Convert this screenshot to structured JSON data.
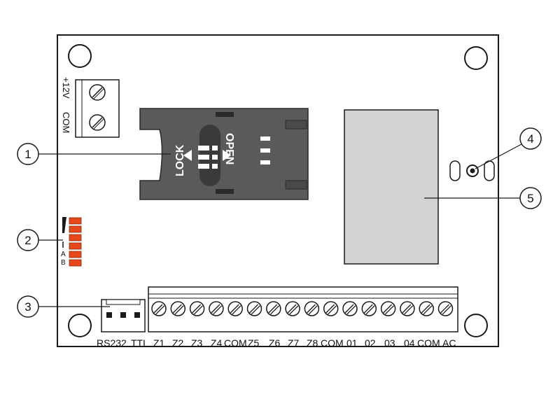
{
  "power_terminal": {
    "label_1": "+12V",
    "label_2": "COM"
  },
  "sim_holder": {
    "lock_text": "LOCK",
    "open_text": "OPEN"
  },
  "dip_switch": {
    "label_a": "A",
    "label_b": "B"
  },
  "bottom_labels": [
    "RS232",
    "TTL",
    "Z1",
    "Z2",
    "Z3",
    "Z4",
    "COM",
    "Z5",
    "Z6",
    "Z7",
    "Z8",
    "COM",
    "01",
    "02",
    "03",
    "04",
    "COM",
    "AC"
  ],
  "callouts": [
    "1",
    "2",
    "3",
    "4",
    "5"
  ],
  "colors": {
    "board": "#ffffff",
    "module": "#d3d3d3",
    "switch": "#e8471c",
    "sim_holder": "#5a5a5a",
    "outline": "#1a1a1a"
  }
}
